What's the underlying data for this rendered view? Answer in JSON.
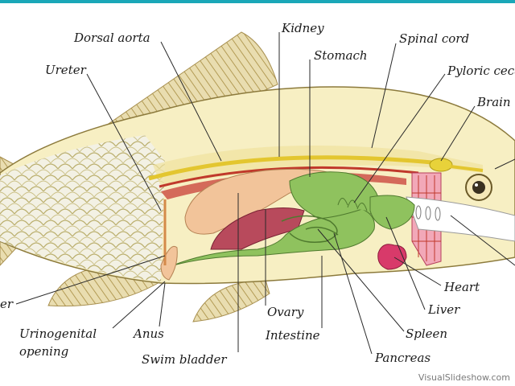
{
  "labels": {
    "dorsal_aorta": "Dorsal aorta",
    "kidney": "Kidney",
    "spinal_cord": "Spinal cord",
    "stomach": "Stomach",
    "ureter": "Ureter",
    "pyloric_ceca": "Pyloric ceca",
    "brain": "Brain",
    "bladder": "Bladder",
    "heart": "Heart",
    "liver": "Liver",
    "urinogenital_line1": "Urinogenital",
    "urinogenital_line2": "opening",
    "anus": "Anus",
    "ovary": "Ovary",
    "spleen": "Spleen",
    "intestine": "Intestine",
    "swim_bladder": "Swim bladder",
    "pancreas": "Pancreas"
  },
  "watermark": "VisualSlideshow.com",
  "colors": {
    "organs_green": "#8fc25e",
    "swim_bladder": "#f2c49a",
    "kidney_red": "#c0392b",
    "ovary": "#b84a5c",
    "heart": "#d83a6a",
    "scales": "#d8cf9a",
    "body": "#f7efc3"
  }
}
